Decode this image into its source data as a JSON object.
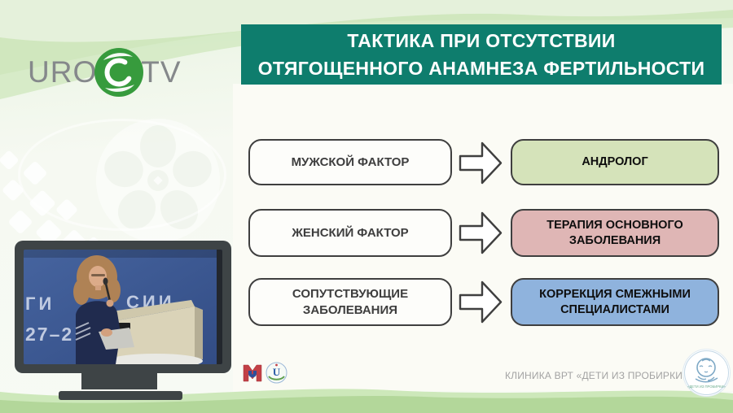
{
  "brand": {
    "uro": "URO",
    "tv": "TV"
  },
  "slide": {
    "title": [
      "ТАКТИКА ПРИ ОТСУТСТВИИ",
      "ОТЯГОЩЕННОГО АНАМНЕЗА ФЕРТИЛЬНОСТИ"
    ],
    "rows": [
      {
        "factor": "МУЖСКОЙ ФАКТОР",
        "action": "АНДРОЛОГ",
        "action_bg": "#d5e3ba"
      },
      {
        "factor": "ЖЕНСКИЙ ФАКТОР",
        "action": "ТЕРАПИЯ ОСНОВНОГО ЗАБОЛЕВАНИЯ",
        "action_bg": "#dfb6b5"
      },
      {
        "factor": "СОПУТСТВУЮЩИЕ ЗАБОЛЕВАНИЯ",
        "action": "КОРРЕКЦИЯ СМЕЖНЫМИ СПЕЦИАЛИСТАМИ",
        "action_bg": "#8fb3dd"
      }
    ],
    "footer": {
      "clinic": "КЛИНИКА ВРТ «ДЕТИ ИЗ ПРОБИРКИ»",
      "logo_caption": "«ДЕТИ ИЗ ПРОБИРКИ»"
    }
  },
  "video": {
    "text_left": "ГИ",
    "text_right": "СИИ",
    "text_dates": "27–2"
  },
  "colors": {
    "header_bg": "#0e7d6d",
    "slide_bg": "#fbfbf5",
    "action_green": "#d5e3ba",
    "action_pink": "#dfb6b5",
    "action_blue": "#8fb3dd",
    "box_border": "#3f3f3f",
    "bottom_wave": "#b9dba2",
    "brand_green": "#379b3d"
  }
}
